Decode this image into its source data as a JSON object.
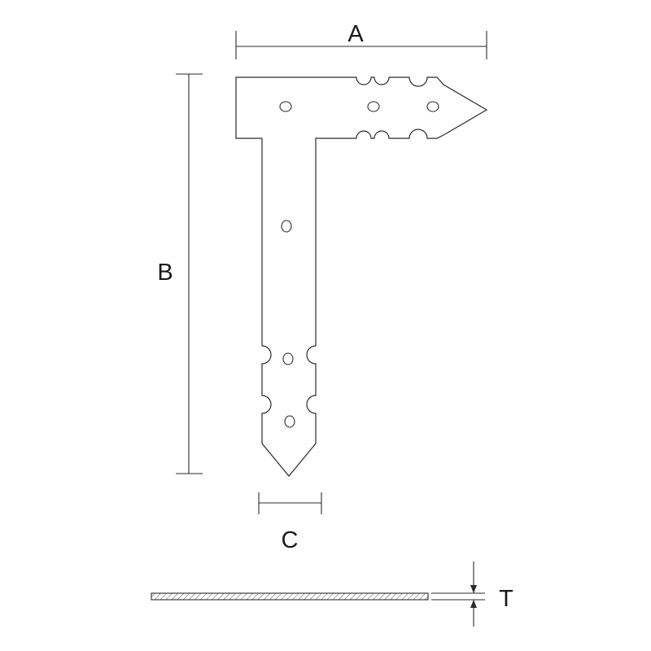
{
  "dimensions": {
    "a": "A",
    "b": "B",
    "c": "C",
    "t": "T"
  },
  "colors": {
    "line": "#2a2a2a",
    "background": "#ffffff",
    "hatch": "#555555"
  }
}
